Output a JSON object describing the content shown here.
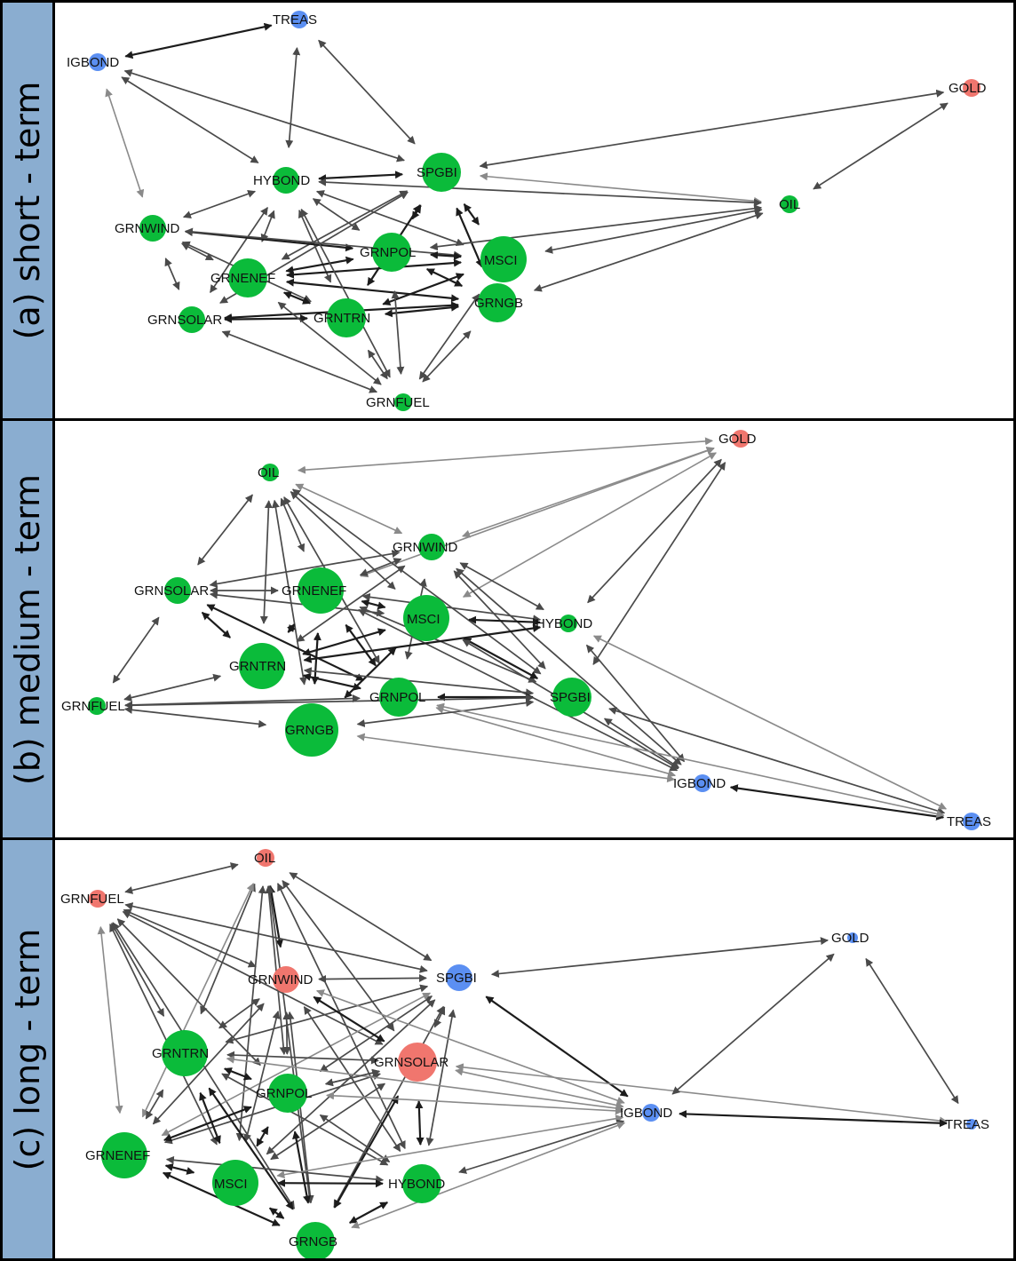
{
  "colors": {
    "green": "#0bbb3a",
    "red": "#f0766e",
    "blue": "#5b8ff2",
    "sidebar": "#8aadd0"
  },
  "panels": [
    {
      "label": "(a) short - term",
      "nodes": [
        {
          "id": "TREAS",
          "label": "TREAS",
          "color": "blue",
          "size": "xs"
        },
        {
          "id": "IGBOND",
          "label": "IGBOND",
          "color": "blue",
          "size": "xs"
        },
        {
          "id": "GOLD",
          "label": "GOLD",
          "color": "red",
          "size": "xs"
        },
        {
          "id": "SPGBI",
          "label": "SPGBI",
          "color": "green",
          "size": "m"
        },
        {
          "id": "HYBOND",
          "label": "HYBOND",
          "color": "green",
          "size": "s"
        },
        {
          "id": "OIL",
          "label": "OIL",
          "color": "green",
          "size": "xs"
        },
        {
          "id": "GRNWIND",
          "label": "GRNWIND",
          "color": "green",
          "size": "s"
        },
        {
          "id": "GRNPOL",
          "label": "GRNPOL",
          "color": "green",
          "size": "m"
        },
        {
          "id": "MSCI",
          "label": "MSCI",
          "color": "green",
          "size": "l"
        },
        {
          "id": "GRNENEF",
          "label": "GRNENEF",
          "color": "green",
          "size": "m"
        },
        {
          "id": "GRNGB",
          "label": "GRNGB",
          "color": "green",
          "size": "m"
        },
        {
          "id": "GRNSOLAR",
          "label": "GRNSOLAR",
          "color": "green",
          "size": "s"
        },
        {
          "id": "GRNTRN",
          "label": "GRNTRN",
          "color": "green",
          "size": "m"
        },
        {
          "id": "GRNFUEL",
          "label": "GRNFUEL",
          "color": "green",
          "size": "xs"
        }
      ],
      "edges": [
        [
          "IGBOND",
          "TREAS",
          1
        ],
        [
          "TREAS",
          "HYBOND",
          0
        ],
        [
          "TREAS",
          "SPGBI",
          0
        ],
        [
          "IGBOND",
          "HYBOND",
          0
        ],
        [
          "IGBOND",
          "SPGBI",
          0
        ],
        [
          "GRNWIND",
          "IGBOND",
          2
        ],
        [
          "SPGBI",
          "GOLD",
          0
        ],
        [
          "OIL",
          "GOLD",
          0
        ],
        [
          "SPGBI",
          "OIL",
          2
        ],
        [
          "HYBOND",
          "SPGBI",
          1
        ],
        [
          "HYBOND",
          "GRNWIND",
          0
        ],
        [
          "HYBOND",
          "GRNENEF",
          0
        ],
        [
          "HYBOND",
          "GRNPOL",
          0
        ],
        [
          "HYBOND",
          "MSCI",
          0
        ],
        [
          "HYBOND",
          "GRNSOLAR",
          0
        ],
        [
          "HYBOND",
          "GRNTRN",
          0
        ],
        [
          "SPGBI",
          "GRNPOL",
          1
        ],
        [
          "SPGBI",
          "MSCI",
          1
        ],
        [
          "SPGBI",
          "GRNGB",
          1
        ],
        [
          "SPGBI",
          "GRNENEF",
          0
        ],
        [
          "SPGBI",
          "GRNSOLAR",
          0
        ],
        [
          "SPGBI",
          "GRNTRN",
          1
        ],
        [
          "OIL",
          "MSCI",
          0
        ],
        [
          "OIL",
          "GRNGB",
          0
        ],
        [
          "OIL",
          "GRNPOL",
          0
        ],
        [
          "OIL",
          "HYBOND",
          0
        ],
        [
          "GRNWIND",
          "GRNPOL",
          1
        ],
        [
          "GRNWIND",
          "MSCI",
          0
        ],
        [
          "GRNWIND",
          "GRNENEF",
          0
        ],
        [
          "GRNWIND",
          "GRNSOLAR",
          0
        ],
        [
          "GRNWIND",
          "GRNTRN",
          0
        ],
        [
          "GRNENEF",
          "GRNPOL",
          1
        ],
        [
          "GRNENEF",
          "MSCI",
          1
        ],
        [
          "GRNENEF",
          "GRNTRN",
          1
        ],
        [
          "GRNENEF",
          "GRNSOLAR",
          0
        ],
        [
          "GRNENEF",
          "GRNGB",
          1
        ],
        [
          "GRNPOL",
          "MSCI",
          1
        ],
        [
          "GRNPOL",
          "GRNGB",
          1
        ],
        [
          "GRNPOL",
          "GRNTRN",
          1
        ],
        [
          "GRNTRN",
          "GRNGB",
          1
        ],
        [
          "GRNTRN",
          "MSCI",
          1
        ],
        [
          "GRNTRN",
          "GRNSOLAR",
          1
        ],
        [
          "GRNSOLAR",
          "GRNGB",
          1
        ],
        [
          "MSCI",
          "GRNGB",
          1
        ],
        [
          "GRNFUEL",
          "GRNSOLAR",
          0
        ],
        [
          "GRNFUEL",
          "GRNENEF",
          0
        ],
        [
          "GRNFUEL",
          "GRNTRN",
          0
        ],
        [
          "GRNFUEL",
          "GRNGB",
          0
        ],
        [
          "GRNFUEL",
          "MSCI",
          0
        ],
        [
          "GRNFUEL",
          "GRNPOL",
          0
        ],
        [
          "GRNFUEL",
          "HYBOND",
          0
        ]
      ]
    },
    {
      "label": "(b) medium - term",
      "nodes": [
        {
          "id": "GOLD",
          "label": "GOLD",
          "color": "red",
          "size": "xs"
        },
        {
          "id": "OIL",
          "label": "OIL",
          "color": "green",
          "size": "xs"
        },
        {
          "id": "GRNWIND",
          "label": "GRNWIND",
          "color": "green",
          "size": "s"
        },
        {
          "id": "GRNSOLAR",
          "label": "GRNSOLAR",
          "color": "green",
          "size": "s"
        },
        {
          "id": "GRNENEF",
          "label": "GRNENEF",
          "color": "green",
          "size": "l"
        },
        {
          "id": "MSCI",
          "label": "MSCI",
          "color": "green",
          "size": "l"
        },
        {
          "id": "HYBOND",
          "label": "HYBOND",
          "color": "green",
          "size": "xs"
        },
        {
          "id": "GRNTRN",
          "label": "GRNTRN",
          "color": "green",
          "size": "l"
        },
        {
          "id": "GRNPOL",
          "label": "GRNPOL",
          "color": "green",
          "size": "m"
        },
        {
          "id": "SPGBI",
          "label": "SPGBI",
          "color": "green",
          "size": "m"
        },
        {
          "id": "GRNFUEL",
          "label": "GRNFUEL",
          "color": "green",
          "size": "xs"
        },
        {
          "id": "GRNGB",
          "label": "GRNGB",
          "color": "green",
          "size": "xl"
        },
        {
          "id": "IGBOND",
          "label": "IGBOND",
          "color": "blue",
          "size": "xs"
        },
        {
          "id": "TREAS",
          "label": "TREAS",
          "color": "blue",
          "size": "xs"
        }
      ],
      "edges": [
        [
          "GOLD",
          "OIL",
          2
        ],
        [
          "GOLD",
          "GRNWIND",
          2
        ],
        [
          "GOLD",
          "HYBOND",
          0
        ],
        [
          "GOLD",
          "SPGBI",
          0
        ],
        [
          "GOLD",
          "MSCI",
          2
        ],
        [
          "GOLD",
          "GRNENEF",
          2
        ],
        [
          "OIL",
          "GRNSOLAR",
          0
        ],
        [
          "OIL",
          "GRNENEF",
          0
        ],
        [
          "OIL",
          "MSCI",
          0
        ],
        [
          "OIL",
          "GRNWIND",
          2
        ],
        [
          "OIL",
          "GRNTRN",
          0
        ],
        [
          "OIL",
          "GRNGB",
          0
        ],
        [
          "OIL",
          "GRNPOL",
          0
        ],
        [
          "OIL",
          "SPGBI",
          0
        ],
        [
          "GRNWIND",
          "GRNENEF",
          0
        ],
        [
          "GRNWIND",
          "MSCI",
          0
        ],
        [
          "GRNWIND",
          "HYBOND",
          0
        ],
        [
          "GRNWIND",
          "SPGBI",
          0
        ],
        [
          "GRNWIND",
          "GRNSOLAR",
          0
        ],
        [
          "GRNWIND",
          "GRNTRN",
          0
        ],
        [
          "GRNWIND",
          "IGBOND",
          0
        ],
        [
          "GRNWIND",
          "GRNPOL",
          0
        ],
        [
          "GRNSOLAR",
          "GRNFUEL",
          0
        ],
        [
          "GRNSOLAR",
          "GRNTRN",
          1
        ],
        [
          "GRNSOLAR",
          "MSCI",
          0
        ],
        [
          "GRNSOLAR",
          "GRNENEF",
          0
        ],
        [
          "GRNSOLAR",
          "GRNPOL",
          1
        ],
        [
          "GRNENEF",
          "MSCI",
          1
        ],
        [
          "GRNENEF",
          "GRNTRN",
          1
        ],
        [
          "GRNENEF",
          "GRNGB",
          1
        ],
        [
          "GRNENEF",
          "GRNPOL",
          1
        ],
        [
          "GRNENEF",
          "HYBOND",
          0
        ],
        [
          "GRNENEF",
          "SPGBI",
          0
        ],
        [
          "GRNENEF",
          "IGBOND",
          0
        ],
        [
          "MSCI",
          "HYBOND",
          1
        ],
        [
          "MSCI",
          "SPGBI",
          1
        ],
        [
          "MSCI",
          "GRNPOL",
          1
        ],
        [
          "MSCI",
          "GRNTRN",
          1
        ],
        [
          "MSCI",
          "GRNGB",
          1
        ],
        [
          "MSCI",
          "IGBOND",
          0
        ],
        [
          "GRNTRN",
          "GRNFUEL",
          0
        ],
        [
          "GRNTRN",
          "GRNGB",
          1
        ],
        [
          "GRNTRN",
          "GRNPOL",
          1
        ],
        [
          "GRNTRN",
          "SPGBI",
          0
        ],
        [
          "GRNTRN",
          "HYBOND",
          1
        ],
        [
          "GRNPOL",
          "SPGBI",
          1
        ],
        [
          "GRNPOL",
          "GRNGB",
          1
        ],
        [
          "GRNPOL",
          "GRNFUEL",
          0
        ],
        [
          "GRNPOL",
          "IGBOND",
          2
        ],
        [
          "HYBOND",
          "SPGBI",
          0
        ],
        [
          "HYBOND",
          "IGBOND",
          0
        ],
        [
          "SPGBI",
          "IGBOND",
          0
        ],
        [
          "SPGBI",
          "GRNFUEL",
          0
        ],
        [
          "SPGBI",
          "GRNGB",
          0
        ],
        [
          "GRNGB",
          "GRNFUEL",
          0
        ],
        [
          "GRNGB",
          "IGBOND",
          2
        ],
        [
          "IGBOND",
          "TREAS",
          1
        ],
        [
          "TREAS",
          "SPGBI",
          0
        ],
        [
          "TREAS",
          "HYBOND",
          2
        ],
        [
          "TREAS",
          "GRNPOL",
          2
        ]
      ]
    },
    {
      "label": "(c) long - term",
      "nodes": [
        {
          "id": "OIL",
          "label": "OIL",
          "color": "red",
          "size": "xs"
        },
        {
          "id": "GRNFUEL",
          "label": "GRNFUEL",
          "color": "red",
          "size": "xs"
        },
        {
          "id": "GOLD",
          "label": "GOLD",
          "color": "blue",
          "size": "xxs"
        },
        {
          "id": "SPGBI",
          "label": "SPGBI",
          "color": "blue",
          "size": "s"
        },
        {
          "id": "GRNWIND",
          "label": "GRNWIND",
          "color": "red",
          "size": "s"
        },
        {
          "id": "GRNSOLAR",
          "label": "GRNSOLAR",
          "color": "red",
          "size": "m"
        },
        {
          "id": "GRNTRN",
          "label": "GRNTRN",
          "color": "green",
          "size": "l"
        },
        {
          "id": "GRNPOL",
          "label": "GRNPOL",
          "color": "green",
          "size": "m"
        },
        {
          "id": "IGBOND",
          "label": "IGBOND",
          "color": "blue",
          "size": "xs"
        },
        {
          "id": "TREAS",
          "label": "TREAS",
          "color": "blue",
          "size": "xxs"
        },
        {
          "id": "GRNENEF",
          "label": "GRNENEF",
          "color": "green",
          "size": "l"
        },
        {
          "id": "MSCI",
          "label": "MSCI",
          "color": "green",
          "size": "l"
        },
        {
          "id": "HYBOND",
          "label": "HYBOND",
          "color": "green",
          "size": "m"
        },
        {
          "id": "GRNGB",
          "label": "GRNGB",
          "color": "green",
          "size": "m"
        }
      ],
      "edges": [
        [
          "OIL",
          "GRNFUEL",
          0
        ],
        [
          "OIL",
          "SPGBI",
          0
        ],
        [
          "OIL",
          "GRNWIND",
          1
        ],
        [
          "OIL",
          "GRNSOLAR",
          0
        ],
        [
          "OIL",
          "GRNTRN",
          0
        ],
        [
          "OIL",
          "GRNPOL",
          0
        ],
        [
          "OIL",
          "MSCI",
          0
        ],
        [
          "OIL",
          "HYBOND",
          0
        ],
        [
          "OIL",
          "GRNGB",
          0
        ],
        [
          "OIL",
          "GRNENEF",
          2
        ],
        [
          "GRNFUEL",
          "SPGBI",
          0
        ],
        [
          "GRNFUEL",
          "GRNWIND",
          0
        ],
        [
          "GRNFUEL",
          "GRNSOLAR",
          0
        ],
        [
          "GRNFUEL",
          "GRNTRN",
          0
        ],
        [
          "GRNFUEL",
          "GRNPOL",
          0
        ],
        [
          "GRNFUEL",
          "GRNENEF",
          2
        ],
        [
          "GRNFUEL",
          "MSCI",
          0
        ],
        [
          "GRNFUEL",
          "GRNGB",
          0
        ],
        [
          "SPGBI",
          "GOLD",
          0
        ],
        [
          "SPGBI",
          "GRNWIND",
          0
        ],
        [
          "SPGBI",
          "GRNSOLAR",
          0
        ],
        [
          "SPGBI",
          "GRNTRN",
          0
        ],
        [
          "SPGBI",
          "GRNPOL",
          0
        ],
        [
          "SPGBI",
          "MSCI",
          0
        ],
        [
          "SPGBI",
          "GRNGB",
          0
        ],
        [
          "SPGBI",
          "GRNENEF",
          2
        ],
        [
          "SPGBI",
          "IGBOND",
          1
        ],
        [
          "SPGBI",
          "HYBOND",
          0
        ],
        [
          "GRNWIND",
          "GRNSOLAR",
          1
        ],
        [
          "GRNWIND",
          "GRNTRN",
          0
        ],
        [
          "GRNWIND",
          "GRNPOL",
          0
        ],
        [
          "GRNWIND",
          "MSCI",
          0
        ],
        [
          "GRNWIND",
          "GRNGB",
          0
        ],
        [
          "GRNWIND",
          "GRNENEF",
          0
        ],
        [
          "GRNWIND",
          "HYBOND",
          0
        ],
        [
          "GRNWIND",
          "IGBOND",
          2
        ],
        [
          "GRNSOLAR",
          "GRNTRN",
          0
        ],
        [
          "GRNSOLAR",
          "GRNPOL",
          0
        ],
        [
          "GRNSOLAR",
          "MSCI",
          0
        ],
        [
          "GRNSOLAR",
          "GRNENEF",
          0
        ],
        [
          "GRNSOLAR",
          "GRNGB",
          1
        ],
        [
          "GRNSOLAR",
          "HYBOND",
          1
        ],
        [
          "GRNSOLAR",
          "IGBOND",
          2
        ],
        [
          "GRNSOLAR",
          "TREAS",
          2
        ],
        [
          "GRNTRN",
          "GRNPOL",
          1
        ],
        [
          "GRNTRN",
          "MSCI",
          1
        ],
        [
          "GRNTRN",
          "GRNENEF",
          0
        ],
        [
          "GRNTRN",
          "GRNGB",
          1
        ],
        [
          "GRNTRN",
          "HYBOND",
          0
        ],
        [
          "GRNTRN",
          "IGBOND",
          2
        ],
        [
          "GRNPOL",
          "MSCI",
          1
        ],
        [
          "GRNPOL",
          "GRNENEF",
          1
        ],
        [
          "GRNPOL",
          "GRNGB",
          1
        ],
        [
          "GRNPOL",
          "HYBOND",
          0
        ],
        [
          "GRNPOL",
          "IGBOND",
          2
        ],
        [
          "GRNPOL",
          "GRNSOLAR",
          0
        ],
        [
          "GRNENEF",
          "MSCI",
          1
        ],
        [
          "GRNENEF",
          "GRNGB",
          1
        ],
        [
          "GRNENEF",
          "HYBOND",
          0
        ],
        [
          "MSCI",
          "GRNGB",
          1
        ],
        [
          "MSCI",
          "HYBOND",
          1
        ],
        [
          "MSCI",
          "IGBOND",
          2
        ],
        [
          "HYBOND",
          "GRNGB",
          1
        ],
        [
          "HYBOND",
          "IGBOND",
          0
        ],
        [
          "GRNGB",
          "IGBOND",
          2
        ],
        [
          "IGBOND",
          "GOLD",
          0
        ],
        [
          "IGBOND",
          "TREAS",
          1
        ],
        [
          "GOLD",
          "TREAS",
          0
        ]
      ]
    }
  ]
}
